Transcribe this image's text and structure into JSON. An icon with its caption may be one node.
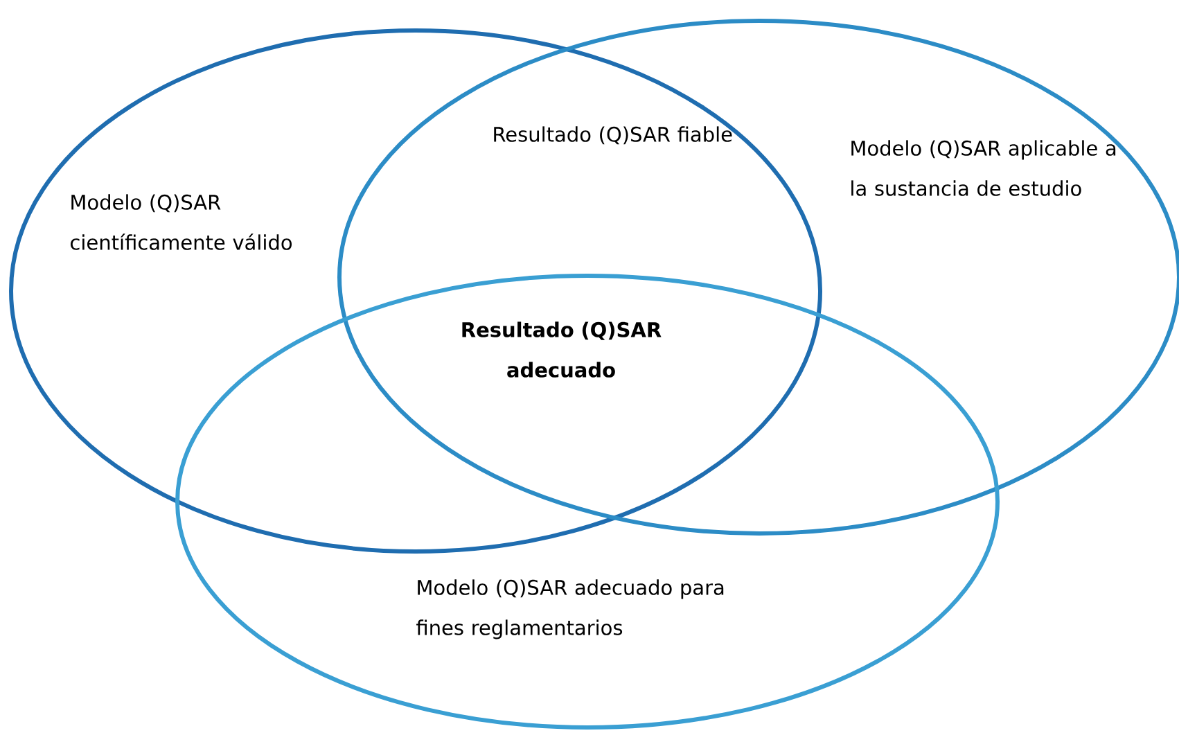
{
  "diagram": {
    "nodes": [
      {
        "text": [
          "Modelo (Q)SAR científicamente válido"
        ]
      },
      {
        "text": [
          "Modelo (Q)SAR aplicable a la sustancia de estudio"
        ]
      },
      {
        "text": [
          "Modelo (Q)SAR adecuado para fines reglamentarios"
        ]
      }
    ],
    "labels": [
      "Resultado (Q)SAR fiable",
      "Resultado (Q)SAR adecuado"
    ]
  }
}
